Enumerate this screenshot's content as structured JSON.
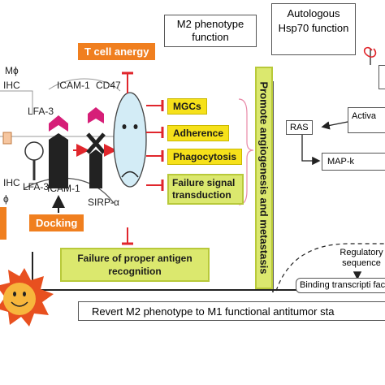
{
  "labels": {
    "m_phi_top": "Mϕ",
    "mhc_top": "IHC",
    "lfa3_top": "LFA-3",
    "icam1_top": "ICAM-1",
    "cd47": "CD47",
    "lfa3_bottom": "LFA-3",
    "icam1_bottom": "ICAM-1",
    "mhc_bottom": "IHC",
    "m_phi_bottom": "ϕ",
    "sirp_alpha": "SIRP-α",
    "docking": "Docking",
    "t_cell_anergy": "T cell anergy",
    "m2_function": "M2 phenotype function",
    "autologous": "Autologous Hsp70 function",
    "mgcs": "MGCs",
    "adherence": "Adherence",
    "phagocytosis": "Phagocytosis",
    "failure_signal": "Failure signal transduction",
    "failure_antigen": "Failure of proper antigen recognition",
    "promote_angio": "Promote angiogenesis and metastasis",
    "ras": "RAS",
    "activa": "Activa",
    "map_k": "MAP-k",
    "regulatory": "Regulatory sequence",
    "binding": "Binding transcripti factor",
    "revert": "Revert M2 phenotype to M1 functional antitumor sta"
  },
  "colors": {
    "orange": "#f07f1f",
    "yellow": "#f6e11a",
    "green_box": "#dbe86e",
    "red_inhibit": "#e0262c",
    "pink_receptor": "#d61f78",
    "tumor": "#e8501f"
  },
  "icons": {
    "tumor_cell": "sun-face-icon",
    "t_cell": "smiley-face-icon",
    "blocked": "x-cross-icon"
  }
}
